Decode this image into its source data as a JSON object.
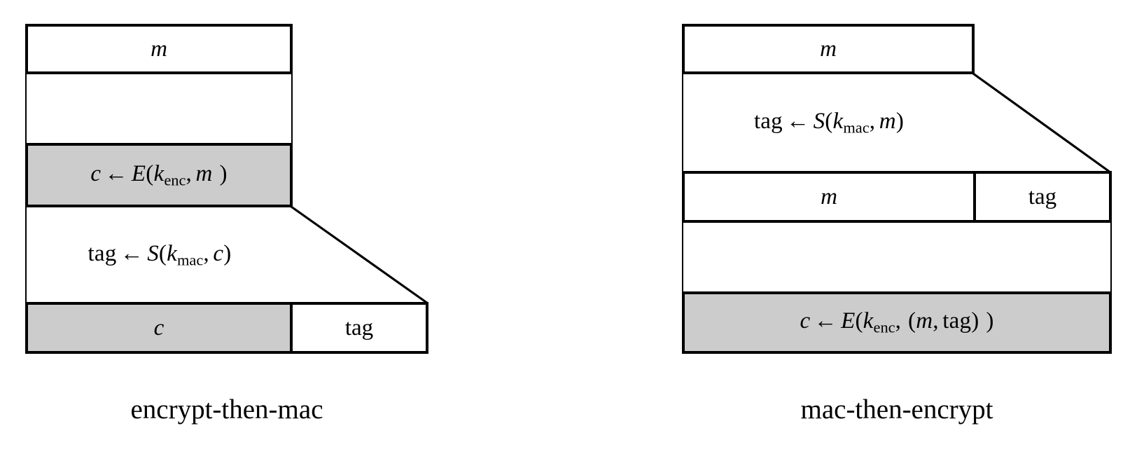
{
  "figure": {
    "type": "diagram",
    "description": "Two authenticated-encryption construction diagrams side by side",
    "colors": {
      "shaded_fill": "#cccccc",
      "plain_fill": "#ffffff",
      "stroke": "#000000"
    }
  },
  "left": {
    "caption": "encrypt-then-mac",
    "top_box": {
      "label": "m"
    },
    "enc_step": {
      "result": "c",
      "arrow": "←",
      "fn": "E",
      "key": "k",
      "key_sub": "enc",
      "arg": "m",
      "full": "c ← E(k_enc, m )"
    },
    "mac_step": {
      "result": "tag",
      "arrow": "←",
      "fn": "S",
      "key": "k",
      "key_sub": "mac",
      "arg": "c",
      "full": "tag ← S(k_mac, c)"
    },
    "output_row": {
      "left_cell": "c",
      "right_cell": "tag"
    }
  },
  "right": {
    "caption": "mac-then-encrypt",
    "top_box": {
      "label": "m"
    },
    "mac_step": {
      "result": "tag",
      "arrow": "←",
      "fn": "S",
      "key": "k",
      "key_sub": "mac",
      "arg": "m",
      "full": "tag ← S(k_mac, m)"
    },
    "middle_row": {
      "left_cell": "m",
      "right_cell": "tag"
    },
    "enc_step": {
      "result": "c",
      "arrow": "←",
      "fn": "E",
      "key": "k",
      "key_sub": "enc",
      "arg": "(m, tag)",
      "full": "c ← E(k_enc, (m, tag) )"
    }
  }
}
